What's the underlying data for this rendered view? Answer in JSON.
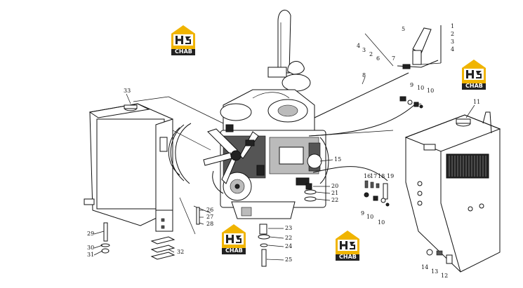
{
  "diagram": {
    "logo_text": "CHAB",
    "logo_mark": "H",
    "logo_color": "#f0b400",
    "callouts": {
      "c1": "1",
      "c2": "2",
      "c3": "3",
      "c4": "4",
      "c5": "5",
      "c4b": "4",
      "c3b": "3",
      "c2b": "2",
      "c6": "6",
      "c7": "7",
      "c8": "8",
      "c9a": "9",
      "c10a": "10",
      "c10b": "10",
      "c11": "11",
      "c33": "33",
      "c15": "15",
      "c16": "16",
      "c17": "17",
      "c18": "18",
      "c19": "19",
      "c20": "20",
      "c21": "21",
      "c22a": "22",
      "c9b": "9",
      "c10c": "10",
      "c10d": "10",
      "c26": "26",
      "c27": "27",
      "c28": "28",
      "c29": "29",
      "c30": "30",
      "c31": "31",
      "c32": "32",
      "c23": "23",
      "c22b": "22",
      "c24": "24",
      "c25": "25",
      "c14": "14",
      "c13": "13",
      "c12": "12"
    }
  }
}
